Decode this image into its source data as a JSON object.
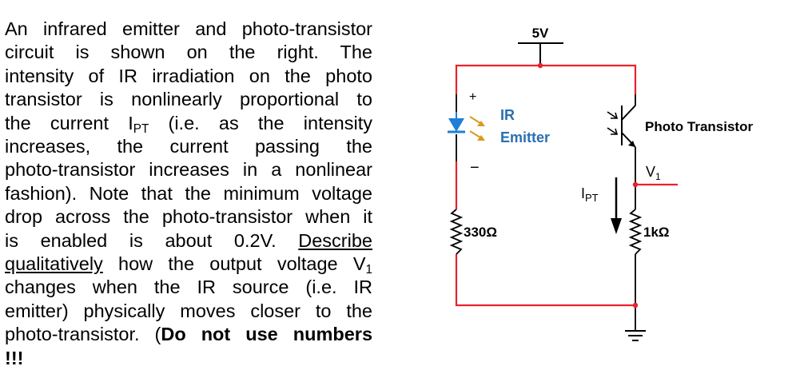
{
  "question": {
    "l1": "An infrared emitter and photo-transistor",
    "l2": "circuit is shown on the right. The",
    "l3": "intensity of IR irradiation on the photo",
    "l4": "transistor is nonlinearly proportional to",
    "l5a": "the current I",
    "l5sub": "PT",
    "l5b": " (i.e. as the intensity",
    "l6": "increases, the current passing the",
    "l7": "photo-transistor increases in a nonlinear",
    "l8": "fashion). Note that the minimum voltage",
    "l9": "drop across the photo-transistor when it",
    "l10a": "is enabled is about 0.2V. ",
    "l10u": "Describe",
    "l11u": "qualitatively",
    "l11b": " how the output voltage V",
    "l11sub": "1",
    "l12": "changes when the IR source (i.e. IR",
    "l13": "emitter) physically moves closer to the",
    "l14a": "photo-transistor. (",
    "l14b": "Do not use numbers",
    "l15": "!!!"
  },
  "circuit": {
    "supply_label": "5V",
    "plus_sign": "+",
    "minus_sign": "−",
    "emitter_label_1": "IR",
    "emitter_label_2": "Emitter",
    "phototransistor_label": "Photo Transistor",
    "v1_label": "V",
    "v1_sub": "1",
    "ipt_label": "I",
    "ipt_sub": "PT",
    "r1_label": "330Ω",
    "r2_label": "1kΩ",
    "colors": {
      "wire": "#e8232c",
      "led": "#1f7fd6",
      "ir_arrow": "#d89b1e",
      "component": "#000000"
    }
  }
}
